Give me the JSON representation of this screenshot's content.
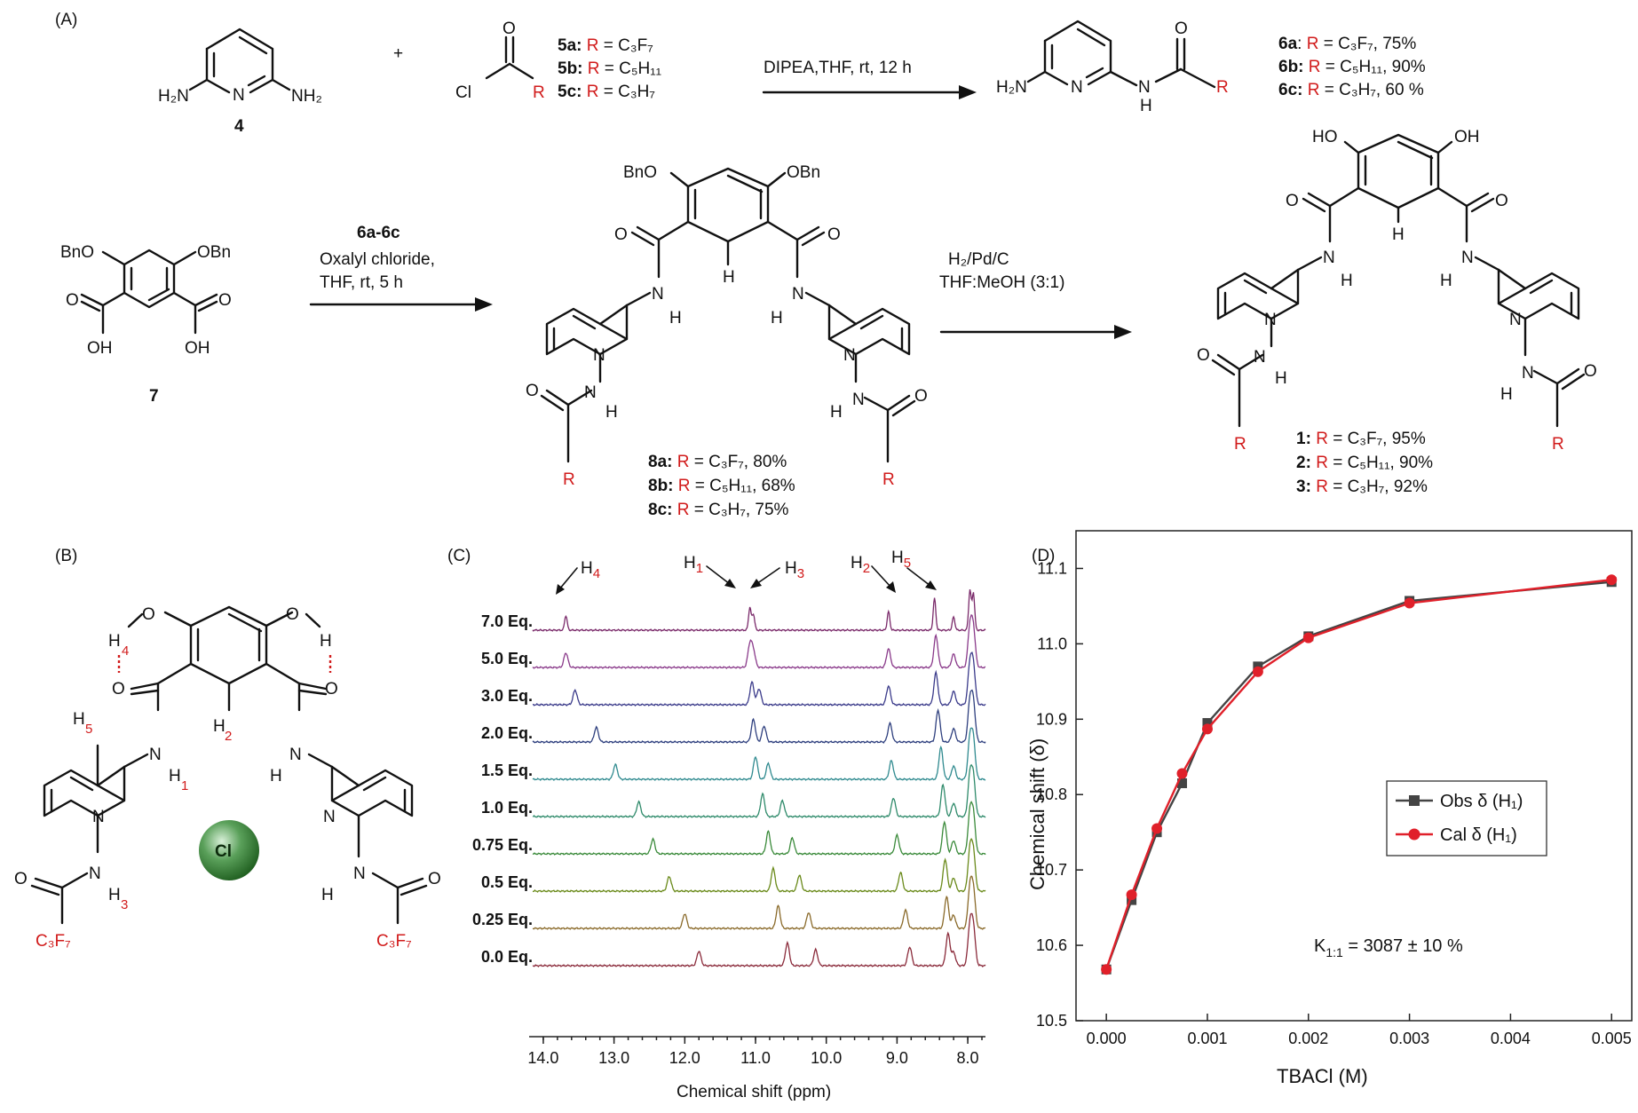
{
  "panels": {
    "a": "(A)",
    "b": "(B)",
    "c": "(C)",
    "d": "(D)"
  },
  "scheme": {
    "plus": "+",
    "compound4": "4",
    "compound7": "7",
    "acyl_chlorides": [
      {
        "id": "5a:",
        "r": "R",
        "rest": " = C₃F₇"
      },
      {
        "id": "5b:",
        "r": "R",
        "rest": " = C₅H₁₁"
      },
      {
        "id": "5c:",
        "r": "R",
        "rest": " = C₃H₇"
      }
    ],
    "step1_conditions": "DIPEA,THF, rt, 12 h",
    "products6": [
      {
        "id": "6a",
        "r": "R",
        "rest": " = C₃F₇, 75%"
      },
      {
        "id": "6b:",
        "r": "R",
        "rest": " = C₅H₁₁, 90%"
      },
      {
        "id": "6c:",
        "r": "R",
        "rest": " = C₃H₇, 60 %"
      }
    ],
    "step2_reagent": "6a-6c",
    "step2_conditions": [
      "Oxalyl chloride,",
      "THF, rt, 5 h"
    ],
    "products8": [
      {
        "id": "8a:",
        "r": "R",
        "rest": " = C₃F₇, 80%"
      },
      {
        "id": "8b:",
        "r": "R",
        "rest": " = C₅H₁₁, 68%"
      },
      {
        "id": "8c:",
        "r": "R",
        "rest": " = C₃H₇, 75%"
      }
    ],
    "step3_conditions": [
      "H₂/Pd/C",
      "THF:MeOH (3:1)"
    ],
    "products_final": [
      {
        "id": "1:",
        "r": "R",
        "rest": " = C₃F₇, 95%"
      },
      {
        "id": "2:",
        "r": "R",
        "rest": " = C₅H₁₁, 90%"
      },
      {
        "id": "3:",
        "r": "R",
        "rest": " = C₃H₇, 92%"
      }
    ],
    "atoms": {
      "H2N": "H₂N",
      "NH2": "NH₂",
      "N": "N",
      "H": "H",
      "O": "O",
      "Cl": "Cl",
      "R": "R",
      "OH": "OH",
      "HO": "HO",
      "BnO": "BnO",
      "OBn": "OBn"
    }
  },
  "complex": {
    "chloride": "Cl",
    "labels": {
      "h1": "1",
      "h2": "2",
      "h3": "3",
      "h4": "4",
      "h5": "5"
    },
    "substituent": "C₃F₇"
  },
  "nmr": {
    "peak_labels": [
      {
        "h": "H",
        "n": "4"
      },
      {
        "h": "H",
        "n": "1"
      },
      {
        "h": "H",
        "n": "3"
      },
      {
        "h": "H",
        "n": "2"
      },
      {
        "h": "H",
        "n": "5"
      }
    ],
    "xlabel": "Chemical shift (ppm)",
    "ticks": [
      "14.0",
      "13.0",
      "12.0",
      "11.0",
      "10.0",
      "9.0",
      "8.0"
    ],
    "spectra": [
      {
        "label": "7.0 Eq.",
        "color": "#7a2a6a",
        "h4": 13.68,
        "h1": 11.08,
        "h3": 11.03,
        "h2": 9.12,
        "h5": 8.47
      },
      {
        "label": "5.0 Eq.",
        "color": "#8a3a8a",
        "h4": 13.68,
        "h1": 11.08,
        "h3": 11.03,
        "h2": 9.12,
        "h5": 8.45
      },
      {
        "label": "3.0 Eq.",
        "color": "#3a3a8a",
        "h4": 13.55,
        "h1": 11.05,
        "h3": 10.95,
        "h2": 9.12,
        "h5": 8.45
      },
      {
        "label": "2.0 Eq.",
        "color": "#2e3f7e",
        "h4": 13.25,
        "h1": 11.03,
        "h3": 10.88,
        "h2": 9.1,
        "h5": 8.42
      },
      {
        "label": "1.5 Eq.",
        "color": "#2f8a8f",
        "h4": 12.98,
        "h1": 11.0,
        "h3": 10.82,
        "h2": 9.08,
        "h5": 8.38
      },
      {
        "label": "1.0 Eq.",
        "color": "#2e8a6a",
        "h4": 12.65,
        "h1": 10.9,
        "h3": 10.62,
        "h2": 9.05,
        "h5": 8.35
      },
      {
        "label": "0.75 Eq.",
        "color": "#3a8a3a",
        "h4": 12.45,
        "h1": 10.82,
        "h3": 10.48,
        "h2": 9.0,
        "h5": 8.33
      },
      {
        "label": "0.5 Eq.",
        "color": "#6a8a1a",
        "h4": 12.22,
        "h1": 10.75,
        "h3": 10.38,
        "h2": 8.95,
        "h5": 8.32
      },
      {
        "label": "0.25 Eq.",
        "color": "#8a6a2a",
        "h4": 12.0,
        "h1": 10.68,
        "h3": 10.25,
        "h2": 8.88,
        "h5": 8.3
      },
      {
        "label": "0.0 Eq.",
        "color": "#8a2a3a",
        "h4": 11.8,
        "h1": 10.55,
        "h3": 10.15,
        "h2": 8.82,
        "h5": 8.28
      }
    ]
  },
  "chart_data": {
    "type": "line",
    "xlabel": "TBACl (M)",
    "ylabel": "Chemical shift (δ)",
    "xlim": [
      -0.0003,
      0.0052
    ],
    "ylim": [
      10.5,
      11.15
    ],
    "xticks": [
      "0.000",
      "0.001",
      "0.002",
      "0.003",
      "0.004",
      "0.005"
    ],
    "yticks": [
      "10.5",
      "10.6",
      "10.7",
      "10.8",
      "10.9",
      "11.0",
      "11.1"
    ],
    "x": [
      0.0,
      0.00025,
      0.0005,
      0.00075,
      0.001,
      0.0015,
      0.002,
      0.003,
      0.005
    ],
    "series": [
      {
        "name": "Obs δ (H₁)",
        "color": "#444444",
        "marker": "square",
        "values": [
          10.568,
          10.66,
          10.75,
          10.815,
          10.895,
          10.97,
          11.01,
          11.057,
          11.082
        ]
      },
      {
        "name": "Cal δ (H₁)",
        "color": "#e0202a",
        "marker": "circle",
        "values": [
          10.568,
          10.667,
          10.755,
          10.828,
          10.887,
          10.963,
          11.008,
          11.054,
          11.085
        ]
      }
    ],
    "legend_position": "right",
    "annotation": {
      "k": "K",
      "sub": "1:1",
      "rest": " = 3087 ± 10 %"
    }
  }
}
